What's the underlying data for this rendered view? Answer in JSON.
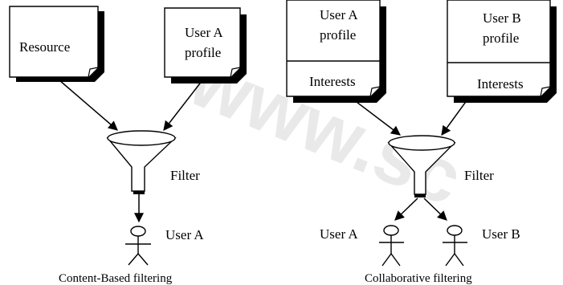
{
  "content_based": {
    "resource_box": "Resource",
    "user_profile_line1": "User A",
    "user_profile_line2": "profile",
    "filter_label": "Filter",
    "user_label": "User A",
    "caption": "Content-Based filtering"
  },
  "collaborative": {
    "user_a_profile_line1": "User A",
    "user_a_profile_line2": "profile",
    "user_a_interests": "Interests",
    "user_b_profile_line1": "User B",
    "user_b_profile_line2": "profile",
    "user_b_interests": "Interests",
    "filter_label": "Filter",
    "user_a_label": "User A",
    "user_b_label": "User B",
    "caption": "Collaborative filtering"
  },
  "watermark": "www.sc"
}
